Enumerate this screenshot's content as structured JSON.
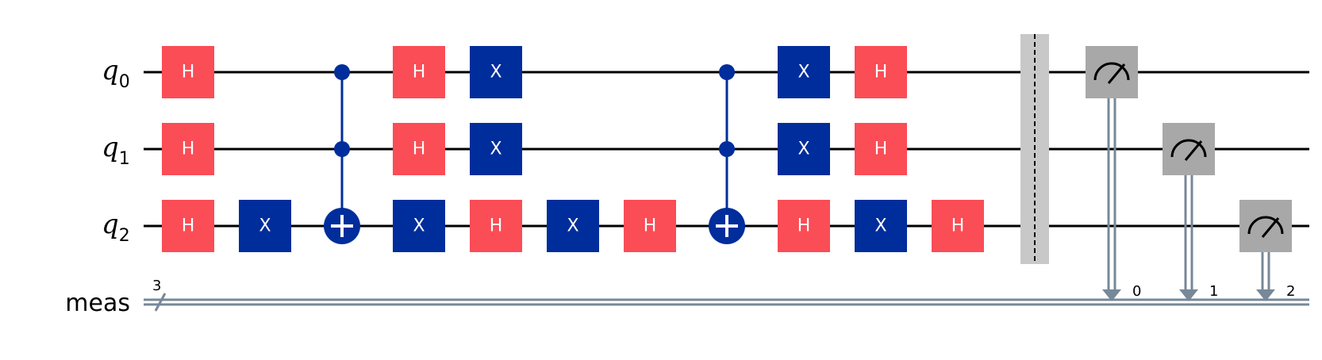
{
  "qubits": [
    {
      "name": "q",
      "index": "0"
    },
    {
      "name": "q",
      "index": "1"
    },
    {
      "name": "q",
      "index": "2"
    }
  ],
  "classical_register": {
    "name": "meas",
    "width_label": "3",
    "bit_labels": [
      "0",
      "1",
      "2"
    ]
  },
  "colors": {
    "h_gate": "#FA4D56",
    "x_gate": "#002D9C",
    "control": "#002D9C",
    "measure": "#A8A8A8",
    "classical_wire": "#778899",
    "barrier": "#C8C8C8",
    "wire": "#000000"
  },
  "gates": [
    {
      "type": "H",
      "label": "H",
      "qubit": 0,
      "col": 0
    },
    {
      "type": "H",
      "label": "H",
      "qubit": 1,
      "col": 0
    },
    {
      "type": "H",
      "label": "H",
      "qubit": 2,
      "col": 0
    },
    {
      "type": "X",
      "label": "X",
      "qubit": 2,
      "col": 1
    },
    {
      "type": "CCX",
      "controls": [
        0,
        1
      ],
      "target": 2,
      "col": 2
    },
    {
      "type": "H",
      "label": "H",
      "qubit": 0,
      "col": 3
    },
    {
      "type": "H",
      "label": "H",
      "qubit": 1,
      "col": 3
    },
    {
      "type": "X",
      "label": "X",
      "qubit": 2,
      "col": 3
    },
    {
      "type": "X",
      "label": "X",
      "qubit": 0,
      "col": 4
    },
    {
      "type": "X",
      "label": "X",
      "qubit": 1,
      "col": 4
    },
    {
      "type": "H",
      "label": "H",
      "qubit": 2,
      "col": 4
    },
    {
      "type": "X",
      "label": "X",
      "qubit": 2,
      "col": 5
    },
    {
      "type": "H",
      "label": "H",
      "qubit": 2,
      "col": 6
    },
    {
      "type": "CCX",
      "controls": [
        0,
        1
      ],
      "target": 2,
      "col": 7
    },
    {
      "type": "X",
      "label": "X",
      "qubit": 0,
      "col": 8
    },
    {
      "type": "X",
      "label": "X",
      "qubit": 1,
      "col": 8
    },
    {
      "type": "H",
      "label": "H",
      "qubit": 2,
      "col": 8
    },
    {
      "type": "H",
      "label": "H",
      "qubit": 0,
      "col": 9
    },
    {
      "type": "H",
      "label": "H",
      "qubit": 1,
      "col": 9
    },
    {
      "type": "X",
      "label": "X",
      "qubit": 2,
      "col": 9
    },
    {
      "type": "H",
      "label": "H",
      "qubit": 2,
      "col": 10
    },
    {
      "type": "BARRIER",
      "col": 11
    },
    {
      "type": "MEASURE",
      "qubit": 0,
      "bit": 0,
      "col": 12
    },
    {
      "type": "MEASURE",
      "qubit": 1,
      "bit": 1,
      "col": 13
    },
    {
      "type": "MEASURE",
      "qubit": 2,
      "bit": 2,
      "col": 14
    }
  ]
}
